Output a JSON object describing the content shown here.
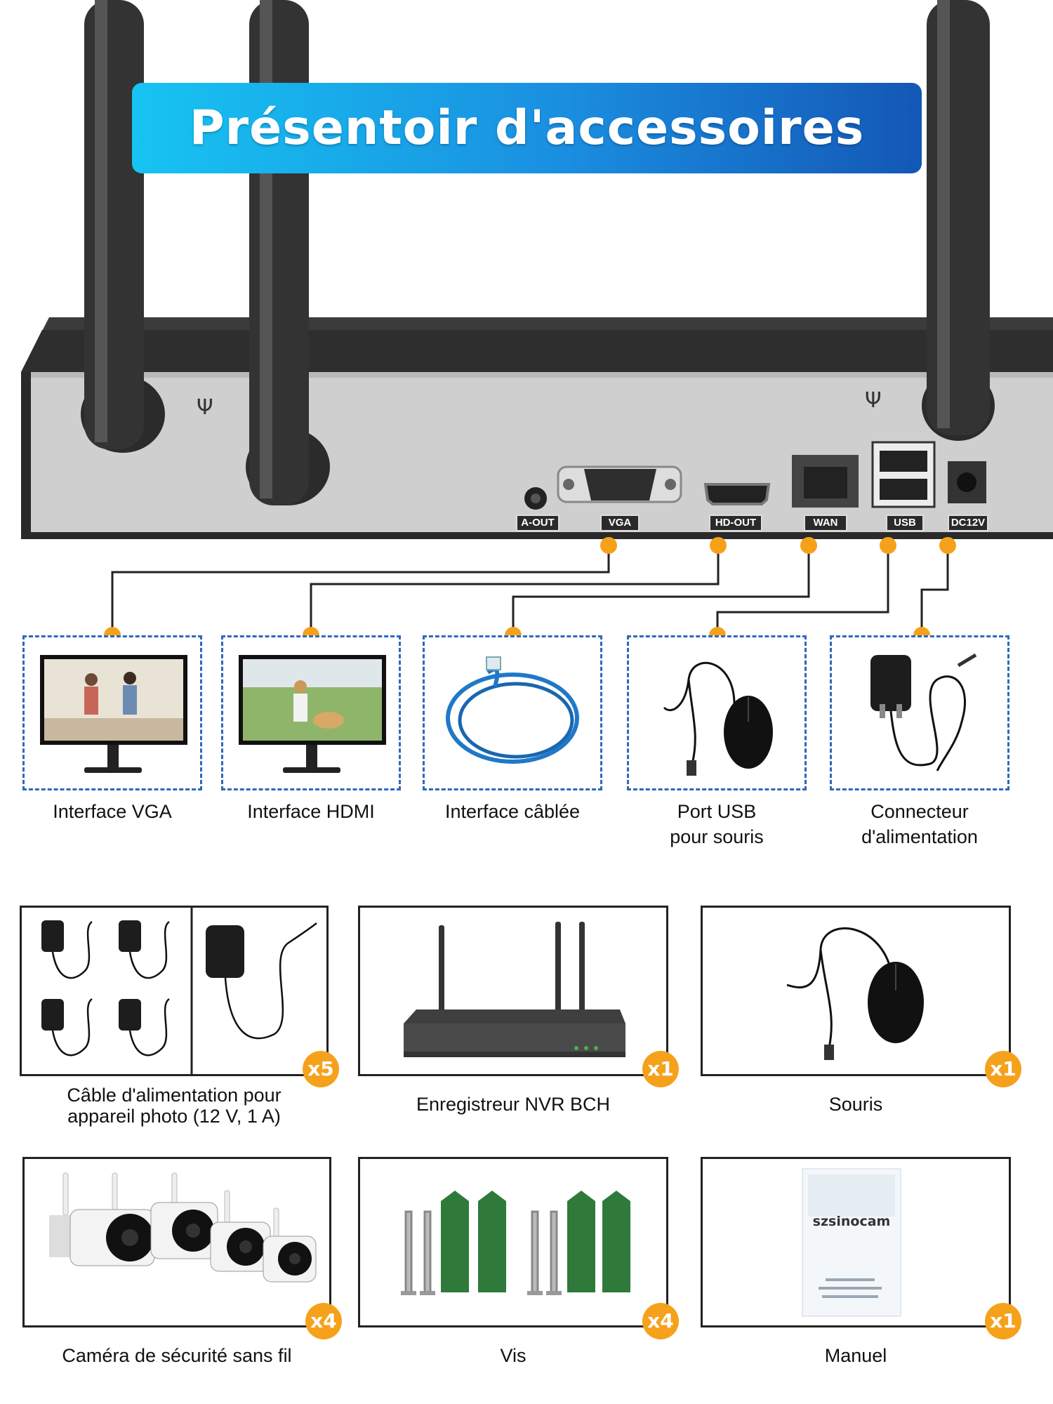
{
  "title": "Présentoir d'accessoires",
  "ports": [
    {
      "label": "A-OUT"
    },
    {
      "label": "VGA"
    },
    {
      "label": "HD-OUT"
    },
    {
      "label": "WAN"
    },
    {
      "label": "USB"
    },
    {
      "label": "DC12V"
    }
  ],
  "interfaces": [
    {
      "label": "Interface VGA"
    },
    {
      "label": "Interface HDMI"
    },
    {
      "label": "Interface câblée"
    },
    {
      "label_line1": "Port USB",
      "label_line2": "pour souris"
    },
    {
      "label_line1": "Connecteur",
      "label_line2": "d'alimentation"
    }
  ],
  "accessories": [
    {
      "label_line1": "Câble d'alimentation pour",
      "label_line2": "appareil photo (12 V, 1 A)",
      "qty": "x5"
    },
    {
      "label": "Enregistreur NVR BCH",
      "qty": "x1"
    },
    {
      "label": "Souris",
      "qty": "x1"
    },
    {
      "label": "Caméra de sécurité sans fil",
      "qty": "x4"
    },
    {
      "label": "Vis",
      "qty": "x4"
    },
    {
      "label": "Manuel",
      "qty": "x1"
    }
  ],
  "manual_brand": "szsinocam",
  "colors": {
    "accent_orange": "#f6a11b",
    "banner_start": "#17c4f2",
    "banner_end": "#1457b6",
    "dashed_blue": "#2e69b8"
  }
}
